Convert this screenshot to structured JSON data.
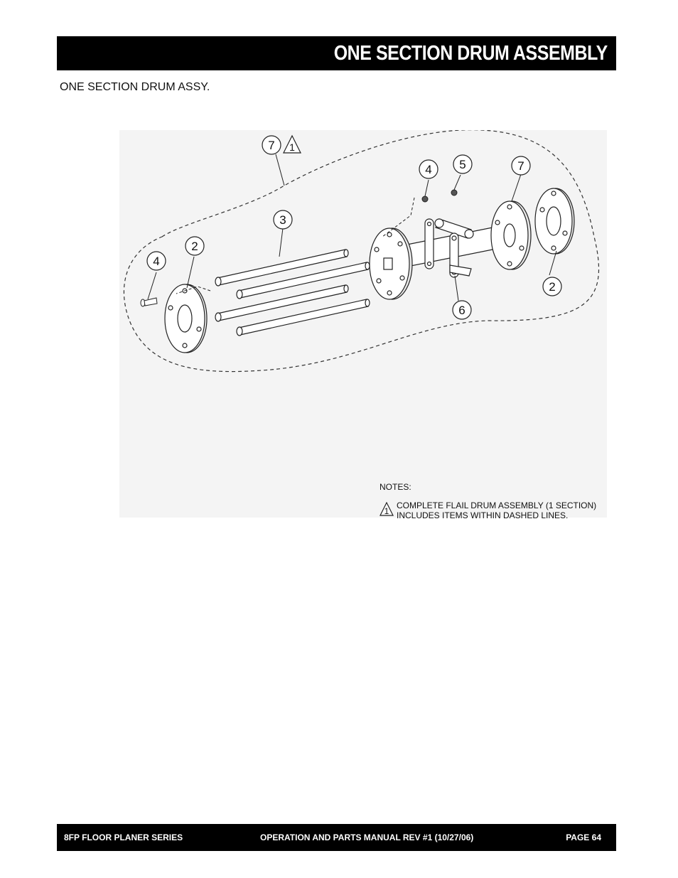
{
  "page": {
    "title": "ONE SECTION DRUM ASSEMBLY",
    "section_label": "ONE SECTION DRUM ASSY."
  },
  "diagram": {
    "callouts": {
      "c7_top": "7",
      "warn_top": "1",
      "c4_right": "4",
      "c5": "5",
      "c7_right": "7",
      "c3": "3",
      "c2_left": "2",
      "c4_left": "4",
      "c2_right": "2",
      "c6": "6"
    },
    "notes": {
      "heading": "NOTES:",
      "line1": "COMPLETE FLAIL DRUM ASSEMBLY (1 SECTION)",
      "line2": "INCLUDES ITEMS WITHIN DASHED LINES.",
      "marker": "1"
    }
  },
  "footer": {
    "left": "8FP FLOOR PLANER SERIES",
    "center": "OPERATION AND PARTS MANUAL REV #1 (10/27/06)",
    "right": "PAGE 64"
  }
}
